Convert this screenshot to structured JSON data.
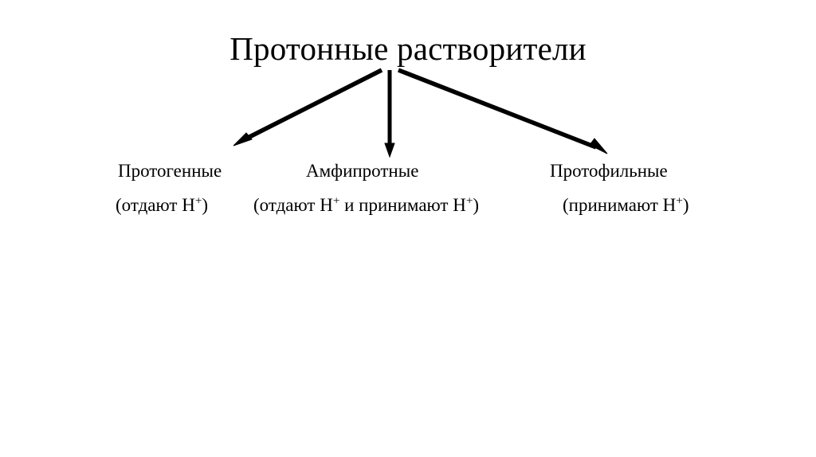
{
  "diagram": {
    "title": "Протонные растворители",
    "background_color": "#ffffff",
    "stroke_color": "#000000",
    "branches": [
      {
        "id": "protogenic",
        "label": "Протогенные",
        "description_prefix": "(отдают H",
        "description_sup": "+",
        "description_suffix": ")",
        "description_full": "(отдают H+)",
        "arrow": "arrow-down-left"
      },
      {
        "id": "amphiprotic",
        "label": "Амфипротные",
        "description_prefix": "(отдают H",
        "description_sup": "+",
        "description_middle": " и принимают H",
        "description_sup2": "+",
        "description_suffix": ")",
        "description_full": "(отдают H+ и принимают H+)",
        "arrow": "arrow-down"
      },
      {
        "id": "protophilic",
        "label": "Протофильные",
        "description_prefix": "(принимают H",
        "description_sup": "+",
        "description_suffix": ")",
        "description_full": "(принимают H+)",
        "arrow": "arrow-down-right"
      }
    ]
  }
}
